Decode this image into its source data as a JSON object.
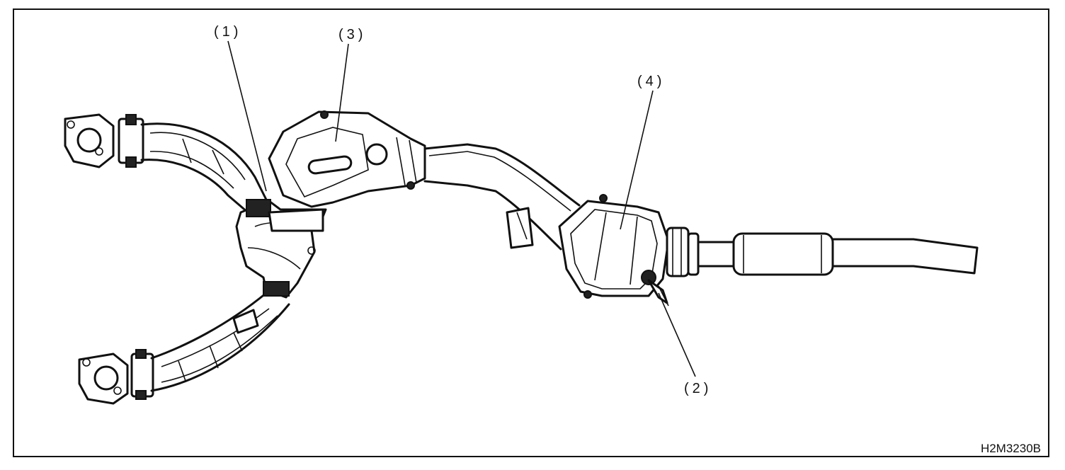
{
  "callouts": {
    "c1": "(1)",
    "c2": "(2)",
    "c3": "(3)",
    "c4": "(4)"
  },
  "figure_code": "H2M3230B",
  "colors": {
    "line": "#111111",
    "background": "#ffffff"
  }
}
